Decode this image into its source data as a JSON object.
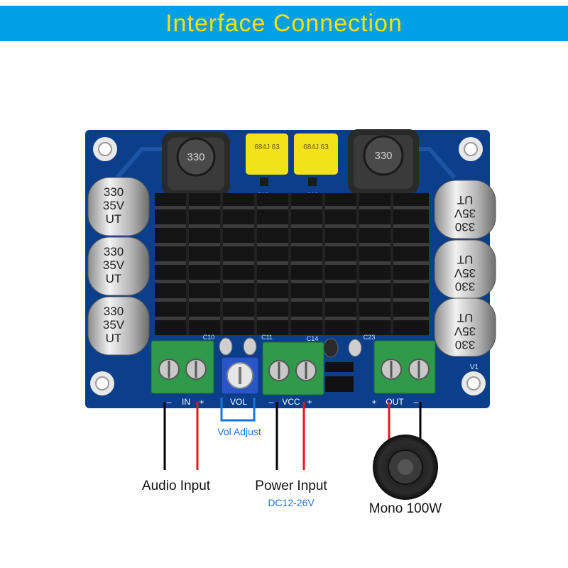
{
  "header": {
    "title": "Interface  Connection"
  },
  "board": {
    "inductor_code": "330",
    "film_cap_code": "684J 63",
    "cap_label_voltage": "35V",
    "cap_label_value": "330",
    "cap_label_brand": "UT",
    "silkscreen": {
      "c13": "C13",
      "c19": "C19",
      "c10": "C10",
      "c11": "C11",
      "c14": "C14",
      "c23": "C23",
      "v1": "V1",
      "minus": "–",
      "plus": "+",
      "in": "IN",
      "vol": "VOL",
      "vcc": "VCC",
      "out": "OUT"
    }
  },
  "annotations": {
    "vol_adjust": "Vol Adjust",
    "audio_input": "Audio Input",
    "power_input": "Power Input",
    "power_spec": "DC12-26V",
    "speaker": "Mono 100W"
  },
  "colors": {
    "banner": "#00a0e6",
    "banner_text": "#ffe000",
    "pcb": "#0b3f8c",
    "heatsink": "#141414",
    "terminal": "#2f9b4a",
    "wire_red": "#e8141e",
    "wire_black": "#000000",
    "annotation_blue": "#1a73d9"
  }
}
